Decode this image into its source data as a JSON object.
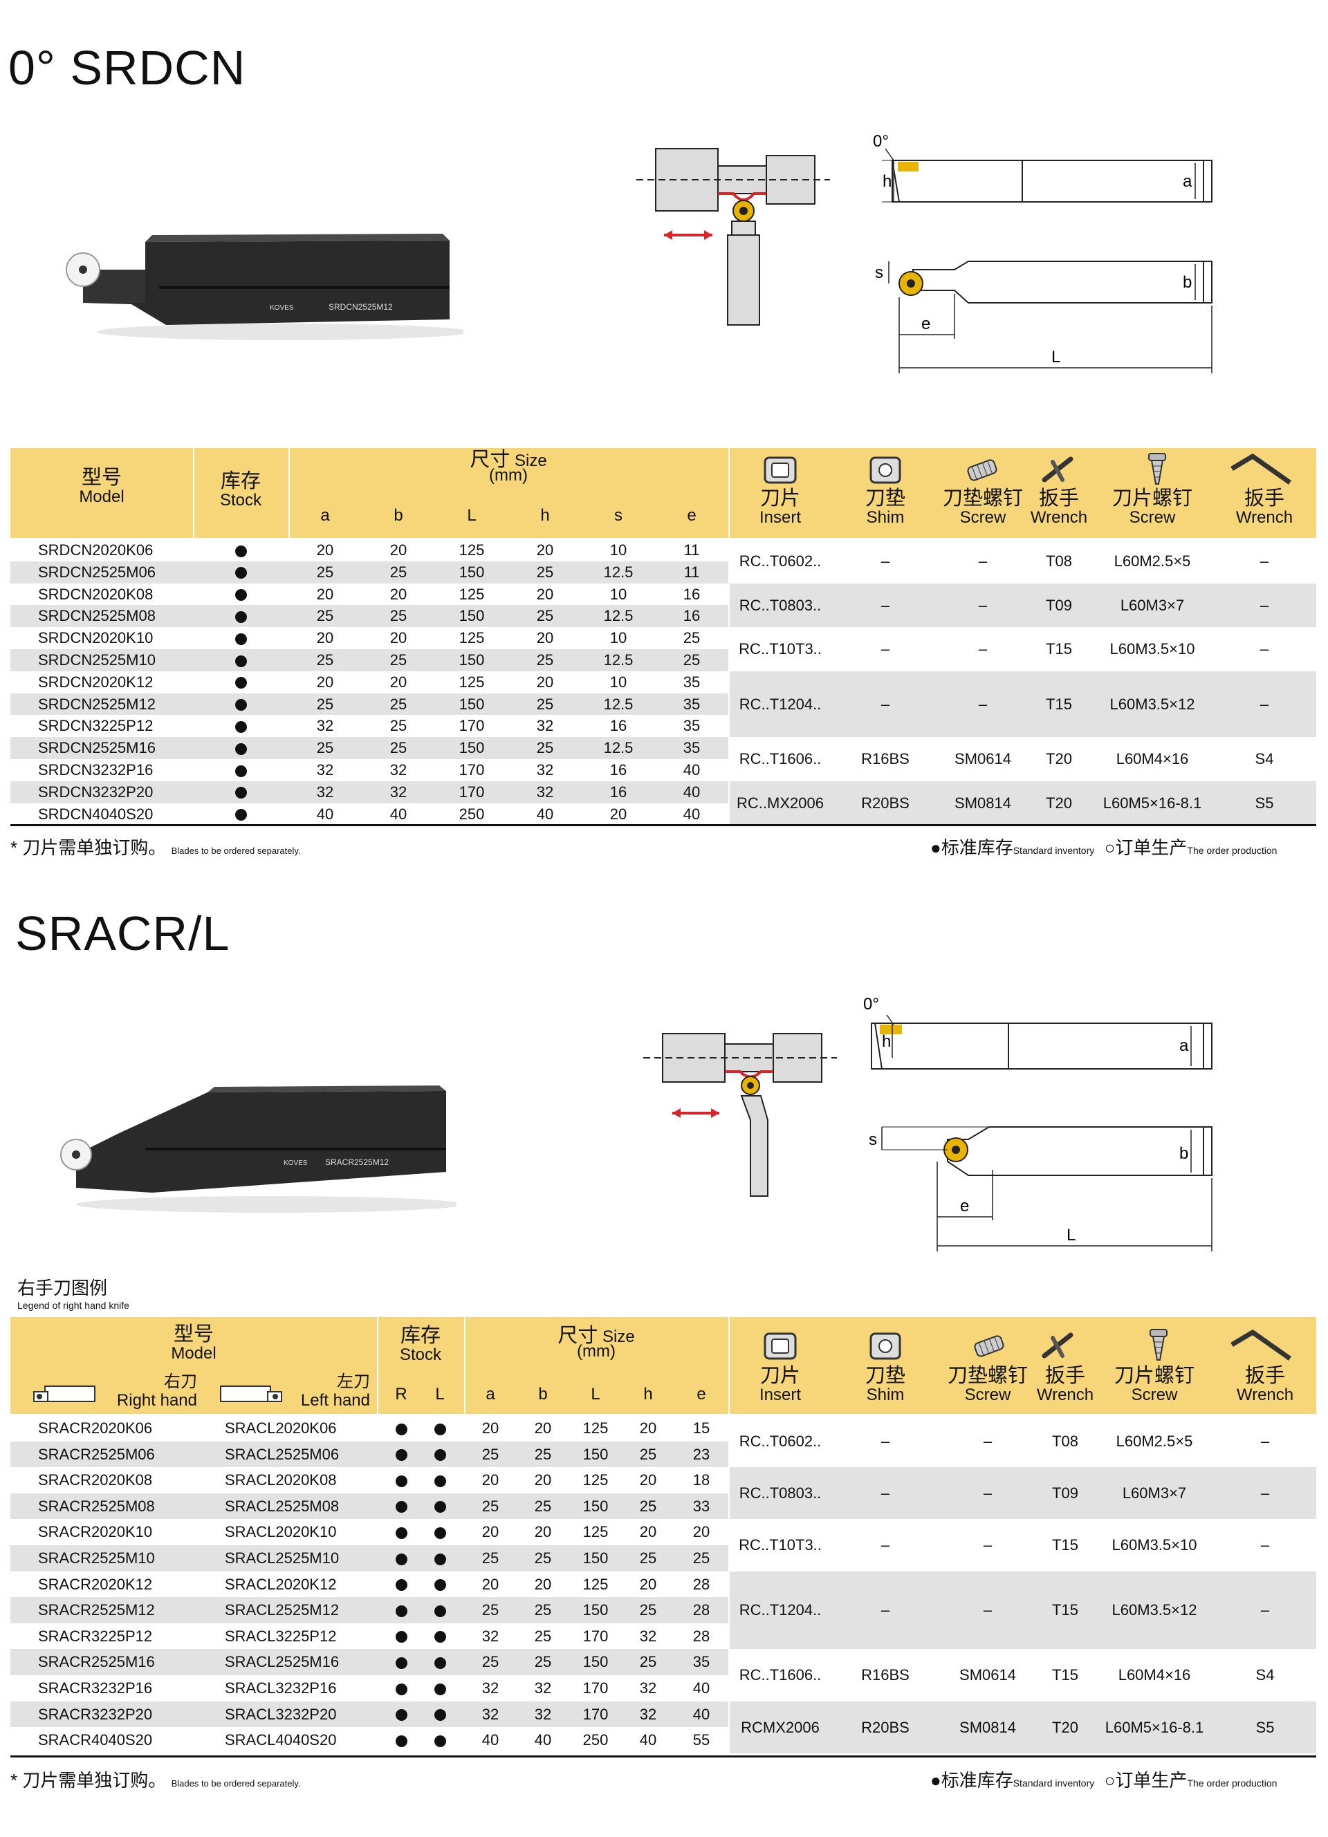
{
  "section1": {
    "title": "0° SRDCN",
    "product_label": "SRDCN2525M12",
    "brand": "KOVES",
    "diagram_labels": {
      "angle": "0°",
      "h": "h",
      "a": "a",
      "s": "s",
      "b": "b",
      "e": "e",
      "L": "L"
    },
    "header": {
      "model_cn": "型号",
      "model_en": "Model",
      "stock_cn": "库存",
      "stock_en": "Stock",
      "size_cn": "尺寸",
      "size_en": "Size",
      "size_unit": "(mm)",
      "dims": [
        "a",
        "b",
        "L",
        "h",
        "s",
        "e"
      ],
      "insert_cn": "刀片",
      "insert_en": "Insert",
      "shim_cn": "刀垫",
      "shim_en": "Shim",
      "screw_cn": "刀垫螺钉",
      "screw_en": "Screw",
      "wrench_cn": "扳手",
      "wrench_en": "Wrench",
      "iscrew_cn": "刀片螺钉",
      "iscrew_en": "Screw",
      "wrench2_cn": "扳手",
      "wrench2_en": "Wrench"
    },
    "rows": [
      {
        "model": "SRDCN2020K06",
        "a": "20",
        "b": "20",
        "L": "125",
        "h": "20",
        "s": "10",
        "e": "11"
      },
      {
        "model": "SRDCN2525M06",
        "a": "25",
        "b": "25",
        "L": "150",
        "h": "25",
        "s": "12.5",
        "e": "11"
      },
      {
        "model": "SRDCN2020K08",
        "a": "20",
        "b": "20",
        "L": "125",
        "h": "20",
        "s": "10",
        "e": "16"
      },
      {
        "model": "SRDCN2525M08",
        "a": "25",
        "b": "25",
        "L": "150",
        "h": "25",
        "s": "12.5",
        "e": "16"
      },
      {
        "model": "SRDCN2020K10",
        "a": "20",
        "b": "20",
        "L": "125",
        "h": "20",
        "s": "10",
        "e": "25"
      },
      {
        "model": "SRDCN2525M10",
        "a": "25",
        "b": "25",
        "L": "150",
        "h": "25",
        "s": "12.5",
        "e": "25"
      },
      {
        "model": "SRDCN2020K12",
        "a": "20",
        "b": "20",
        "L": "125",
        "h": "20",
        "s": "10",
        "e": "35"
      },
      {
        "model": "SRDCN2525M12",
        "a": "25",
        "b": "25",
        "L": "150",
        "h": "25",
        "s": "12.5",
        "e": "35"
      },
      {
        "model": "SRDCN3225P12",
        "a": "32",
        "b": "25",
        "L": "170",
        "h": "32",
        "s": "16",
        "e": "35"
      },
      {
        "model": "SRDCN2525M16",
        "a": "25",
        "b": "25",
        "L": "150",
        "h": "25",
        "s": "12.5",
        "e": "35"
      },
      {
        "model": "SRDCN3232P16",
        "a": "32",
        "b": "32",
        "L": "170",
        "h": "32",
        "s": "16",
        "e": "40"
      },
      {
        "model": "SRDCN3232P20",
        "a": "32",
        "b": "32",
        "L": "170",
        "h": "32",
        "s": "16",
        "e": "40"
      },
      {
        "model": "SRDCN4040S20",
        "a": "40",
        "b": "40",
        "L": "250",
        "h": "40",
        "s": "20",
        "e": "40"
      }
    ],
    "parts": [
      {
        "insert": "RC..T0602..",
        "shim": "–",
        "screw": "–",
        "wrench": "T08",
        "iscrew": "L60M2.5×5",
        "wrench2": "–"
      },
      {
        "insert": "RC..T0803..",
        "shim": "–",
        "screw": "–",
        "wrench": "T09",
        "iscrew": "L60M3×7",
        "wrench2": "–"
      },
      {
        "insert": "RC..T10T3..",
        "shim": "–",
        "screw": "–",
        "wrench": "T15",
        "iscrew": "L60M3.5×10",
        "wrench2": "–"
      },
      {
        "insert": "RC..T1204..",
        "shim": "–",
        "screw": "–",
        "wrench": "T15",
        "iscrew": "L60M3.5×12",
        "wrench2": "–"
      },
      {
        "insert": "RC..T1606..",
        "shim": "R16BS",
        "screw": "SM0614",
        "wrench": "T20",
        "iscrew": "L60M4×16",
        "wrench2": "S4"
      },
      {
        "insert": "RC..MX2006",
        "shim": "R20BS",
        "screw": "SM0814",
        "wrench": "T20",
        "iscrew": "L60M5×16-8.1",
        "wrench2": "S5"
      }
    ],
    "note_cn": "* 刀片需单独订购。",
    "note_en": "Blades to be ordered separately.",
    "legend_std_cn": "●标准库存",
    "legend_std_en": "Standard inventory",
    "legend_ord_cn": "○订单生产",
    "legend_ord_en": "The order production"
  },
  "section2": {
    "title": "SRACR/L",
    "product_label": "SRACR2525M12",
    "brand": "KOVES",
    "legend_cn": "右手刀图例",
    "legend_en": "Legend of right hand knife",
    "diagram_labels": {
      "angle": "0°",
      "h": "h",
      "a": "a",
      "s": "s",
      "b": "b",
      "e": "e",
      "L": "L"
    },
    "header": {
      "model_cn": "型号",
      "model_en": "Model",
      "right_cn": "右刀",
      "right_en": "Right hand",
      "left_cn": "左刀",
      "left_en": "Left hand",
      "stock_cn": "库存",
      "stock_en": "Stock",
      "R": "R",
      "L": "L",
      "size_cn": "尺寸",
      "size_en": "Size",
      "size_unit": "(mm)",
      "dims": [
        "a",
        "b",
        "L",
        "h",
        "e"
      ],
      "insert_cn": "刀片",
      "insert_en": "Insert",
      "shim_cn": "刀垫",
      "shim_en": "Shim",
      "screw_cn": "刀垫螺钉",
      "screw_en": "Screw",
      "wrench_cn": "扳手",
      "wrench_en": "Wrench",
      "iscrew_cn": "刀片螺钉",
      "iscrew_en": "Screw",
      "wrench2_cn": "扳手",
      "wrench2_en": "Wrench"
    },
    "rows": [
      {
        "r": "SRACR2020K06",
        "l": "SRACL2020K06",
        "a": "20",
        "b": "20",
        "L": "125",
        "h": "20",
        "e": "15"
      },
      {
        "r": "SRACR2525M06",
        "l": "SRACL2525M06",
        "a": "25",
        "b": "25",
        "L": "150",
        "h": "25",
        "e": "23"
      },
      {
        "r": "SRACR2020K08",
        "l": "SRACL2020K08",
        "a": "20",
        "b": "20",
        "L": "125",
        "h": "20",
        "e": "18"
      },
      {
        "r": "SRACR2525M08",
        "l": "SRACL2525M08",
        "a": "25",
        "b": "25",
        "L": "150",
        "h": "25",
        "e": "33"
      },
      {
        "r": "SRACR2020K10",
        "l": "SRACL2020K10",
        "a": "20",
        "b": "20",
        "L": "125",
        "h": "20",
        "e": "20"
      },
      {
        "r": "SRACR2525M10",
        "l": "SRACL2525M10",
        "a": "25",
        "b": "25",
        "L": "150",
        "h": "25",
        "e": "25"
      },
      {
        "r": "SRACR2020K12",
        "l": "SRACL2020K12",
        "a": "20",
        "b": "20",
        "L": "125",
        "h": "20",
        "e": "28"
      },
      {
        "r": "SRACR2525M12",
        "l": "SRACL2525M12",
        "a": "25",
        "b": "25",
        "L": "150",
        "h": "25",
        "e": "28"
      },
      {
        "r": "SRACR3225P12",
        "l": "SRACL3225P12",
        "a": "32",
        "b": "25",
        "L": "170",
        "h": "32",
        "e": "28"
      },
      {
        "r": "SRACR2525M16",
        "l": "SRACL2525M16",
        "a": "25",
        "b": "25",
        "L": "150",
        "h": "25",
        "e": "35"
      },
      {
        "r": "SRACR3232P16",
        "l": "SRACL3232P16",
        "a": "32",
        "b": "32",
        "L": "170",
        "h": "32",
        "e": "40"
      },
      {
        "r": "SRACR3232P20",
        "l": "SRACL3232P20",
        "a": "32",
        "b": "32",
        "L": "170",
        "h": "32",
        "e": "40"
      },
      {
        "r": "SRACR4040S20",
        "l": "SRACL4040S20",
        "a": "40",
        "b": "40",
        "L": "250",
        "h": "40",
        "e": "55"
      }
    ],
    "parts": [
      {
        "insert": "RC..T0602..",
        "shim": "–",
        "screw": "–",
        "wrench": "T08",
        "iscrew": "L60M2.5×5",
        "wrench2": "–"
      },
      {
        "insert": "RC..T0803..",
        "shim": "–",
        "screw": "–",
        "wrench": "T09",
        "iscrew": "L60M3×7",
        "wrench2": "–"
      },
      {
        "insert": "RC..T10T3..",
        "shim": "–",
        "screw": "–",
        "wrench": "T15",
        "iscrew": "L60M3.5×10",
        "wrench2": "–"
      },
      {
        "insert": "RC..T1204..",
        "shim": "–",
        "screw": "–",
        "wrench": "T15",
        "iscrew": "L60M3.5×12",
        "wrench2": "–"
      },
      {
        "insert": "RC..T1606..",
        "shim": "R16BS",
        "screw": "SM0614",
        "wrench": "T15",
        "iscrew": "L60M4×16",
        "wrench2": "S4"
      },
      {
        "insert": "RCMX2006",
        "shim": "R20BS",
        "screw": "SM0814",
        "wrench": "T20",
        "iscrew": "L60M5×16-8.1",
        "wrench2": "S5"
      }
    ],
    "note_cn": "* 刀片需单独订购。",
    "note_en": "Blades to be ordered separately.",
    "legend_std_cn": "●标准库存",
    "legend_std_en": "Standard inventory",
    "legend_ord_cn": "○订单生产",
    "legend_ord_en": "The order production"
  },
  "colors": {
    "header_bg": "#f7d67a",
    "row_gray": "#e2e2e2",
    "arrow_red": "#d7252b",
    "insert_gold": "#e9b400"
  }
}
